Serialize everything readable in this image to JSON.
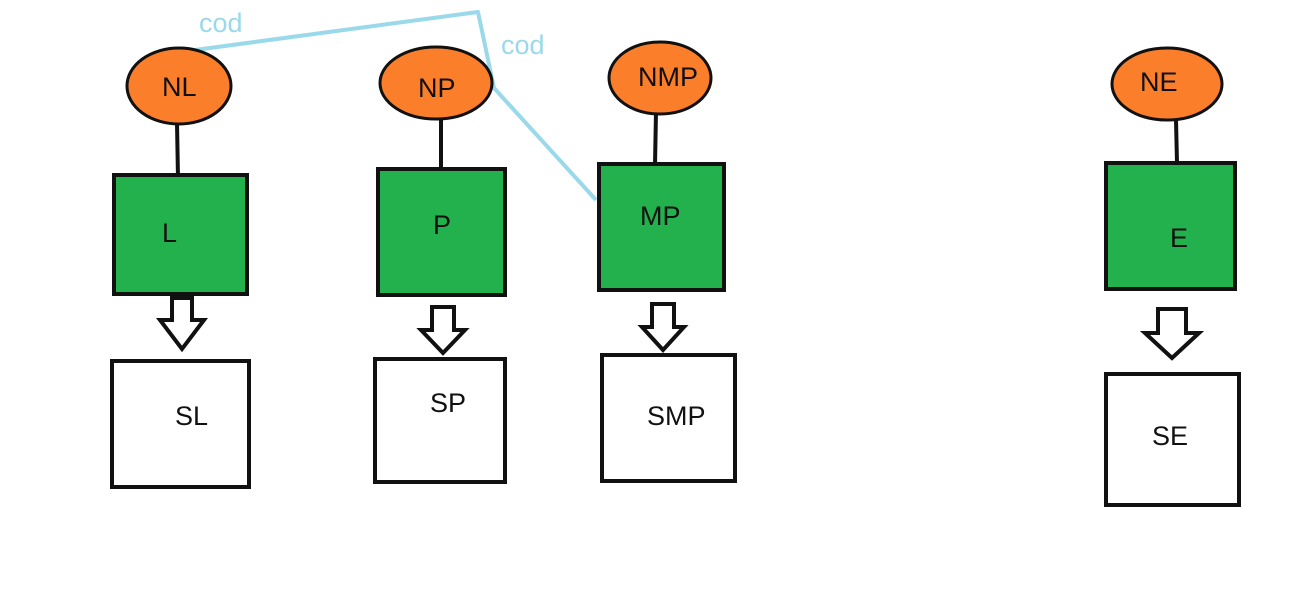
{
  "colors": {
    "ellipse_fill": "#fb7f2a",
    "process_fill": "#22b14c",
    "stroke": "#111111",
    "link": "#99d9ea",
    "output_fill": "#ffffff"
  },
  "columns": [
    {
      "ellipse": "NL",
      "process": "L",
      "output": "SL"
    },
    {
      "ellipse": "NP",
      "process": "P",
      "output": "SP"
    },
    {
      "ellipse": "NMP",
      "process": "MP",
      "output": "SMP"
    },
    {
      "ellipse": "NE",
      "process": "E",
      "output": "SE"
    }
  ],
  "links": [
    {
      "label": "cod"
    },
    {
      "label": "cod"
    }
  ]
}
